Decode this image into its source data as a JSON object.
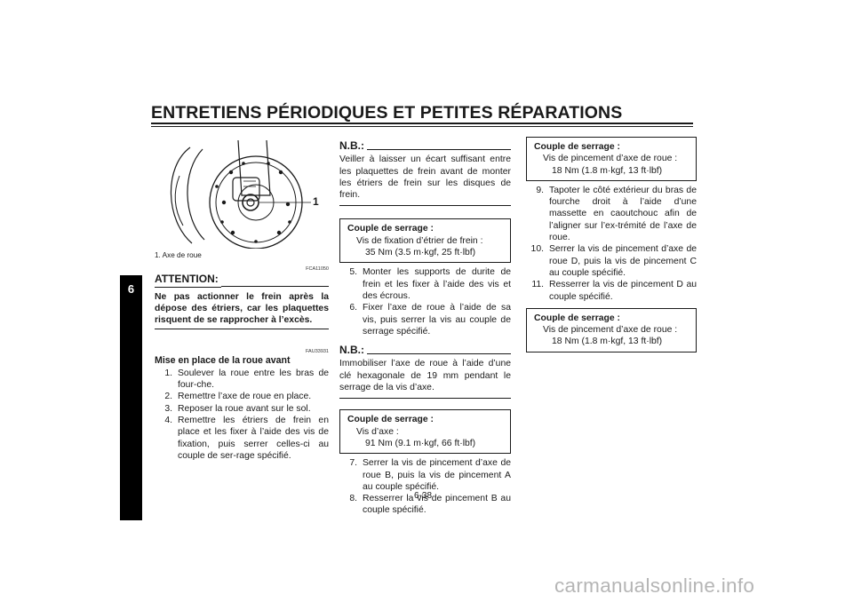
{
  "header": {
    "title": "ENTRETIENS PÉRIODIQUES ET PETITES RÉPARATIONS"
  },
  "chapter_tab": "6",
  "figure": {
    "callout": "1",
    "caption": "1. Axe de roue"
  },
  "attention": {
    "code": "FCA11050",
    "label": "ATTENTION:",
    "text": "Ne pas actionner le frein après la dépose des étriers, car les plaquettes risquent de se rapprocher à l’excès."
  },
  "section": {
    "code": "FAU33931",
    "heading": "Mise en place de la roue avant"
  },
  "steps_col1": [
    {
      "num": "1.",
      "text": "Soulever la roue entre les bras de four-che."
    },
    {
      "num": "2.",
      "text": "Remettre l’axe de roue en place."
    },
    {
      "num": "3.",
      "text": "Reposer la roue avant sur le sol."
    },
    {
      "num": "4.",
      "text": "Remettre les étriers de frein en place et les fixer à l’aide des vis de fixation, puis serrer celles-ci au couple de ser-rage spécifié."
    }
  ],
  "nb1": {
    "label": "N.B.:",
    "text": "Veiller à laisser un écart suffisant entre les plaquettes de frein avant de monter les étriers de frein sur les disques de frein."
  },
  "torque1": {
    "label": "Couple de serrage :",
    "item": "Vis de fixation d’étrier de frein :",
    "value": "35 Nm (3.5 m·kgf, 25 ft·lbf)"
  },
  "steps_col2a": [
    {
      "num": "5.",
      "text": "Monter les supports de durite de frein et les fixer à l’aide des vis et des écrous."
    },
    {
      "num": "6.",
      "text": "Fixer l’axe de roue à l’aide de sa vis, puis serrer la vis au couple de serrage spécifié."
    }
  ],
  "nb2": {
    "label": "N.B.:",
    "text": "Immobiliser l’axe de roue à l’aide d’une clé hexagonale de 19 mm pendant le serrage de la vis d’axe."
  },
  "torque2": {
    "label": "Couple de serrage :",
    "item": "Vis d’axe :",
    "value": "91 Nm (9.1 m·kgf, 66 ft·lbf)"
  },
  "steps_col2b": [
    {
      "num": "7.",
      "text": "Serrer la vis de pincement d’axe de roue B, puis la vis de pincement A au couple spécifié."
    },
    {
      "num": "8.",
      "text": "Resserrer la vis de pincement B au couple spécifié."
    }
  ],
  "torque3": {
    "label": "Couple de serrage :",
    "item": "Vis de pincement d’axe de roue :",
    "value": "18 Nm (1.8 m·kgf, 13 ft·lbf)"
  },
  "steps_col3": [
    {
      "num": "9.",
      "text": "Tapoter le côté extérieur du bras de fourche droit à l’aide d’une massette en caoutchouc afin de l’aligner sur l’ex-trémité de l’axe de roue."
    },
    {
      "num": "10.",
      "text": "Serrer la vis de pincement d’axe de roue D, puis la vis de pincement C au couple spécifié."
    },
    {
      "num": "11.",
      "text": "Resserrer la vis de pincement D au couple spécifié."
    }
  ],
  "torque4": {
    "label": "Couple de serrage :",
    "item": "Vis de pincement d’axe de roue :",
    "value": "18 Nm (1.8 m·kgf, 13 ft·lbf)"
  },
  "footer": {
    "page_number": "6-38",
    "watermark": "carmanualsonline.info"
  }
}
